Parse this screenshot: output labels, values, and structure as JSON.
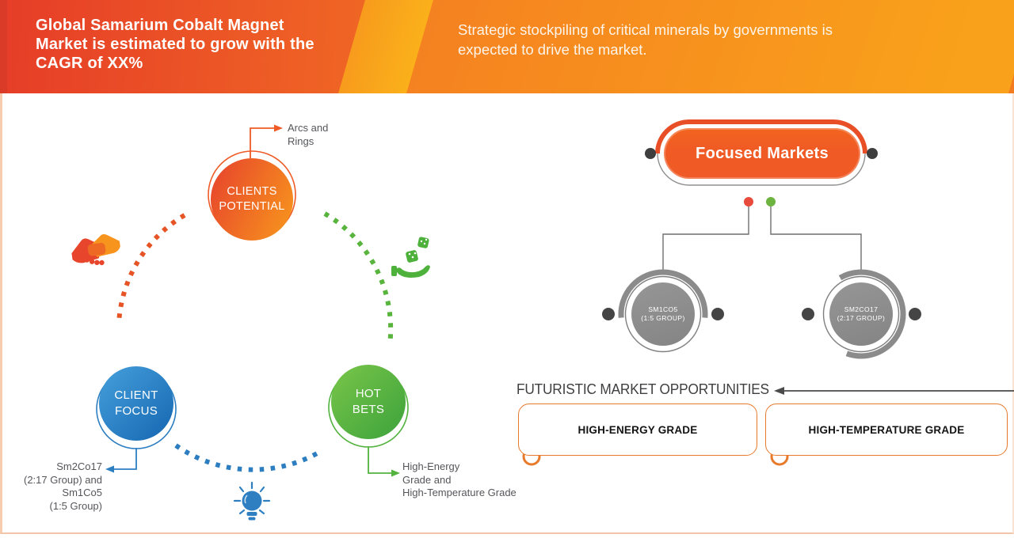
{
  "header": {
    "title_lines": [
      "Global Samarium Cobalt Magnet",
      "Market is estimated to grow with the",
      "CAGR of XX%"
    ],
    "subtitle_lines": [
      "Strategic stockpiling of critical minerals by governments is",
      "expected to drive the market."
    ],
    "bg_left_color": "#e63d28",
    "bg_right_color": "#f9a11b"
  },
  "ring_diagram": {
    "nodes": [
      {
        "id": "clients-potential",
        "label": [
          "CLIENTS",
          "POTENTIAL"
        ],
        "color": "#f05a28"
      },
      {
        "id": "client-focus",
        "label": [
          "CLIENT",
          "FOCUS"
        ],
        "color": "#2e7fc2"
      },
      {
        "id": "hot-bets",
        "label": [
          "HOT",
          "BETS"
        ],
        "color": "#52b33e"
      }
    ],
    "callouts": [
      {
        "for": "clients-potential",
        "text": [
          "Arcs and",
          "Rings"
        ]
      },
      {
        "for": "client-focus",
        "text": [
          "Sm2Co17",
          "(2:17 Group) and",
          "Sm1Co5",
          "(1:5 Group)"
        ]
      },
      {
        "for": "hot-bets",
        "text": [
          "High-Energy",
          "Grade and",
          "High-Temperature Grade"
        ]
      }
    ],
    "icons": [
      "handshake-icon",
      "dice-hand-icon",
      "lightbulb-icon"
    ]
  },
  "focused_markets": {
    "label": "Focused Markets",
    "branches": [
      {
        "label": [
          "SM1CO5",
          "(1:5 GROUP)"
        ],
        "dot_color": "#e84b3c"
      },
      {
        "label": [
          "SM2CO17",
          "(2:17 GROUP)"
        ],
        "dot_color": "#6cb33f"
      }
    ]
  },
  "opportunities": {
    "heading": "FUTURISTIC MARKET OPPORTUNITIES",
    "items": [
      {
        "label": "HIGH-ENERGY GRADE"
      },
      {
        "label": "HIGH-TEMPERATURE GRADE"
      }
    ]
  },
  "colors": {
    "accent_orange": "#f05a28",
    "accent_blue": "#2e7fc2",
    "accent_green": "#52b33e",
    "accent_gray": "#8b8b8b",
    "frame_border": "#f6cbae"
  }
}
